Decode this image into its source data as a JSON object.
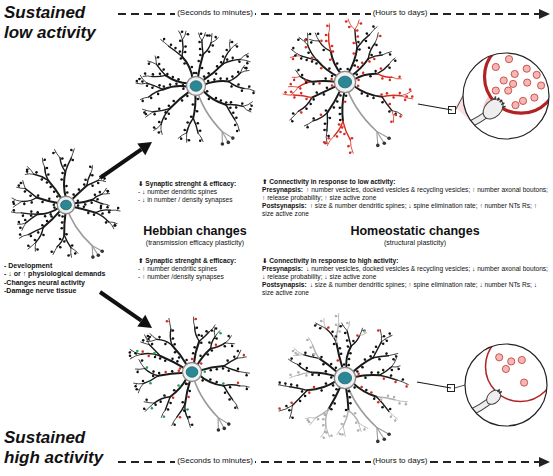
{
  "diagram": {
    "labels": [
      "Sustained low activity",
      "(Seconds to minutes)",
      "(Hours to days)",
      "- Development",
      "- ↓ or ↑ physiological demands",
      "-Changes neural activity",
      "-Damage nerve tissue",
      "⬇ Synaptic strenght & efficacy:",
      "- ↓ number dendritic spines",
      "- ↓ in number / density synapses",
      "Hebbian changes",
      "(transmission efficacy plasticity)",
      "⬆ Synaptic strenght & efficacy:",
      "- ↑ number dendritic spines",
      "- ↑ number /density synapses",
      "⬆ Connectivity in response to low activity:",
      "Presynapsis:",
      "↑ number vesicles, docked vesicles & recycling vesicles; ↑ number axonal boutons; ↑ release probability; ↑ size active zone",
      "Postsynapsis:",
      "↑ size & number dendritic spines; ↓ spine elimination rate; ↑ number NTs Rs; ↑ size active zone",
      "Homeostatic changes",
      "(structural plasticity)",
      "⬇ Connectivity in response to high activity:",
      "Presynapsis:",
      "↓ number vesicles, docked vesicles & recycling vesicles; ↓ number axonal boutons; ↓ release probability; ↓ size active zone",
      "Postsynapsis:",
      "↓ size & number dendritic spines; ↑ spine elimination rate; ↓ number NTs Rs; ↓ size active zone",
      "(Seconds to minutes)",
      "(Hours to days)",
      "Sustained high activity"
    ]
  }
}
